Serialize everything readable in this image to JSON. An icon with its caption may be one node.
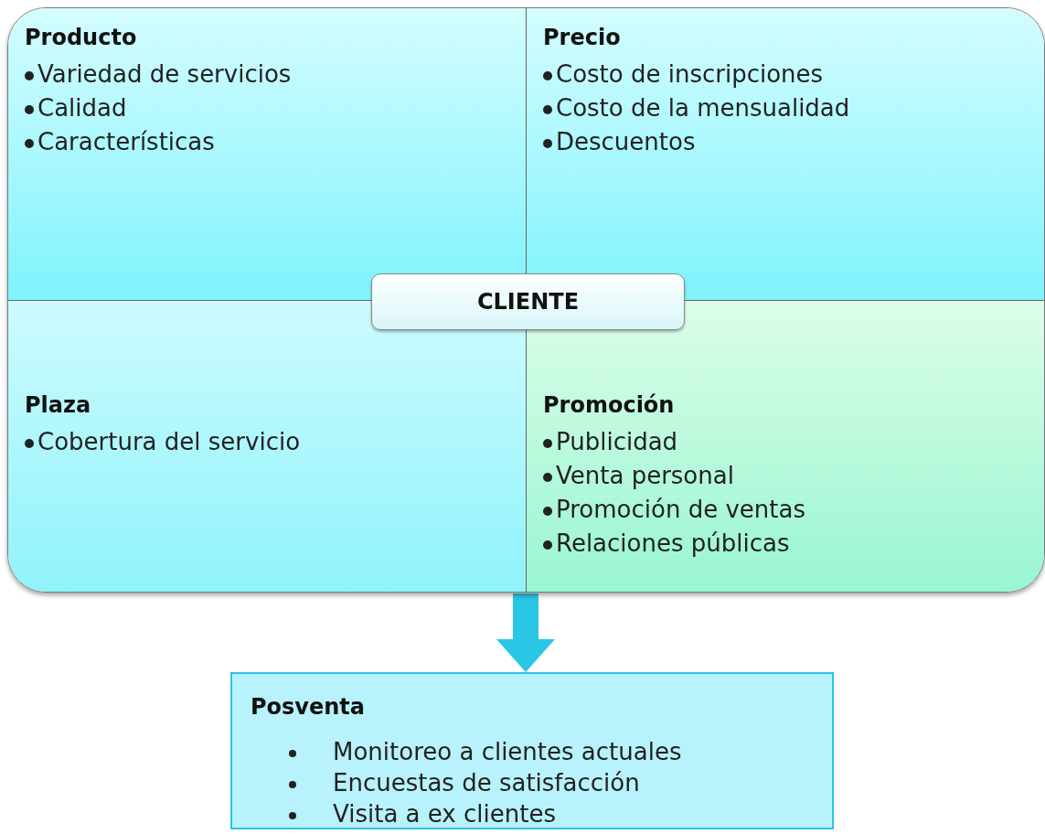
{
  "diagram": {
    "nodes": [
      {
        "text": [],
        "shape": "box"
      },
      {
        "text": [
          "Producto",
          "Variedad de servicios",
          "Calidad",
          "Características"
        ],
        "in": 0
      },
      {
        "text": [
          "Precio",
          "Costo de inscripciones",
          "Costo de la mensualidad",
          "Descuentos"
        ],
        "in": 0
      },
      {
        "text": [
          "CLIENTE"
        ],
        "in": 0
      },
      {
        "text": [
          "Plaza",
          "Cobertura del servicio"
        ],
        "in": 0
      },
      {
        "text": [
          "Promoción",
          "Publicidad",
          "Venta personal",
          "Promoción de ventas",
          "Relaciones públicas"
        ],
        "in": 0
      },
      {
        "text": [
          "Posventa",
          "Monitoreo a clientes actuales",
          "Encuestas de satisfacción",
          "Visita a ex clientes"
        ]
      }
    ],
    "edges": [
      {
        "from": 0,
        "to": 6,
        "arrow": "to"
      }
    ]
  }
}
